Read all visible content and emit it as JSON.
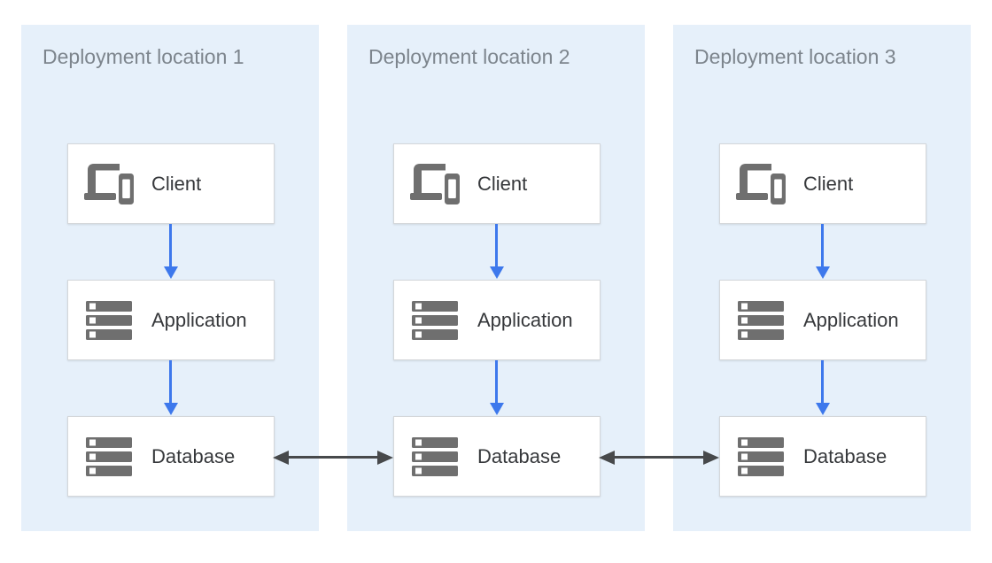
{
  "diagram": {
    "locations": [
      {
        "title": "Deployment location 1",
        "nodes": [
          {
            "label": "Client",
            "icon": "devices-icon"
          },
          {
            "label": "Application",
            "icon": "server-stack-icon"
          },
          {
            "label": "Database",
            "icon": "server-stack-icon"
          }
        ]
      },
      {
        "title": "Deployment location 2",
        "nodes": [
          {
            "label": "Client",
            "icon": "devices-icon"
          },
          {
            "label": "Application",
            "icon": "server-stack-icon"
          },
          {
            "label": "Database",
            "icon": "server-stack-icon"
          }
        ]
      },
      {
        "title": "Deployment location 3",
        "nodes": [
          {
            "label": "Client",
            "icon": "devices-icon"
          },
          {
            "label": "Application",
            "icon": "server-stack-icon"
          },
          {
            "label": "Database",
            "icon": "server-stack-icon"
          }
        ]
      }
    ],
    "flows": {
      "within_location": [
        "Client to Application",
        "Application to Database"
      ],
      "between_locations": [
        "Database 1 to Database 2 bidirectional",
        "Database 2 to Database 3 bidirectional"
      ]
    },
    "colors": {
      "zone_background": "#e6f0fa",
      "node_background": "#ffffff",
      "node_border": "#d4d7da",
      "icon_gray": "#6f6f6f",
      "flow_arrow_blue": "#3d78ec",
      "sync_arrow_dark": "#47494b",
      "zone_title_gray": "#7d858d",
      "node_label_dark": "#36383b"
    }
  }
}
